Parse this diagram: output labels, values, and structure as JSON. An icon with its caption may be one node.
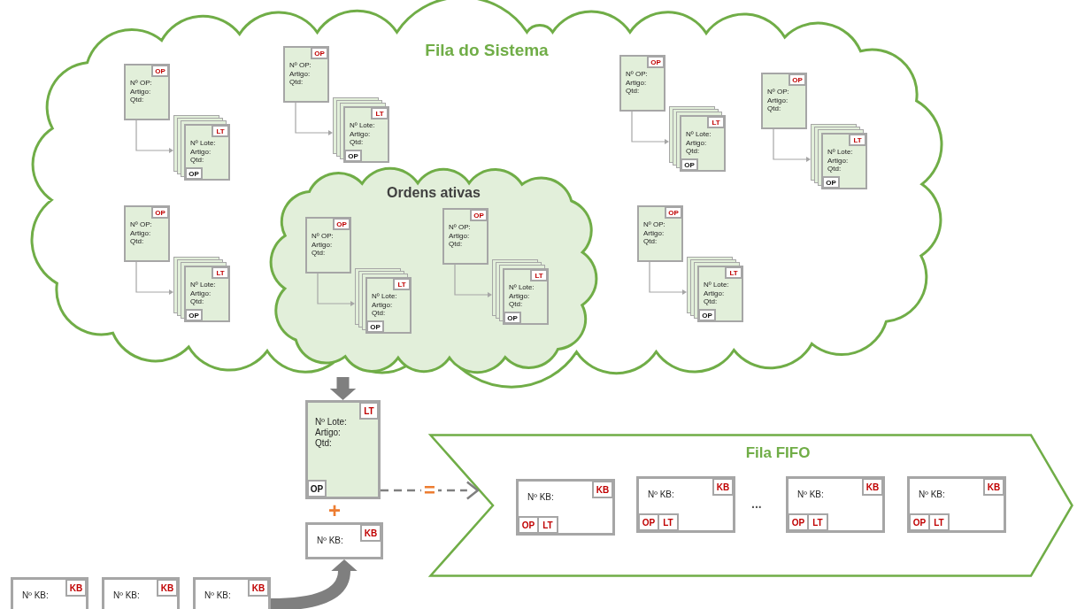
{
  "diagram": {
    "nodes": [
      {
        "text": [
          "Fila do Sistema"
        ]
      },
      {
        "text": [
          "Ordens ativas"
        ],
        "in": 0
      },
      {
        "text": [
          "OP",
          "Nº OP: Artigo: Qtd:"
        ],
        "in": 0
      },
      {
        "text": [
          "LT",
          "Nº Lote: Artigo: Qtd:",
          "OP"
        ],
        "in": 0
      },
      {
        "text": [
          "OP",
          "Nº OP: Artigo: Qtd:"
        ],
        "in": 0
      },
      {
        "text": [
          "LT",
          "Nº Lote: Artigo: Qtd:",
          "OP"
        ],
        "in": 0
      },
      {
        "text": [
          "OP",
          "Nº OP: Artigo: Qtd:"
        ],
        "in": 0
      },
      {
        "text": [
          "LT",
          "Nº Lote: Artigo: Qtd:",
          "OP"
        ],
        "in": 0
      },
      {
        "text": [
          "OP",
          "Nº OP: Artigo: Qtd:"
        ],
        "in": 0
      },
      {
        "text": [
          "LT",
          "Nº Lote: Artigo: Qtd:",
          "OP"
        ],
        "in": 0
      },
      {
        "text": [
          "OP",
          "Nº OP: Artigo: Qtd:"
        ],
        "in": 0
      },
      {
        "text": [
          "LT",
          "Nº Lote: Artigo: Qtd:",
          "OP"
        ],
        "in": 0
      },
      {
        "text": [
          "OP",
          "Nº OP: Artigo: Qtd:"
        ],
        "in": 0
      },
      {
        "text": [
          "LT",
          "Nº Lote: Artigo: Qtd:",
          "OP"
        ],
        "in": 0
      },
      {
        "text": [
          "OP",
          "Nº OP: Artigo: Qtd:"
        ],
        "in": 1
      },
      {
        "text": [
          "LT",
          "Nº Lote: Artigo: Qtd:",
          "OP"
        ],
        "in": 1
      },
      {
        "text": [
          "OP",
          "Nº OP: Artigo: Qtd:"
        ],
        "in": 1
      },
      {
        "text": [
          "LT",
          "Nº Lote: Artigo: Qtd:",
          "OP"
        ],
        "in": 1
      },
      {
        "text": [
          "LT",
          "Nº Lote: Artigo: Qtd:",
          "OP"
        ]
      },
      {
        "text": [
          "Nº KB:",
          "KB"
        ]
      },
      {
        "text": [
          "Fila FIFO"
        ]
      },
      {
        "text": [
          "Nº KB:",
          "KB",
          "OP",
          "LT"
        ],
        "in": 20
      },
      {
        "text": [
          "Nº KB:",
          "KB",
          "OP",
          "LT"
        ],
        "in": 20
      },
      {
        "text": [
          "Nº KB:",
          "KB",
          "OP",
          "LT"
        ],
        "in": 20
      },
      {
        "text": [
          "Nº KB:",
          "KB",
          "OP",
          "LT"
        ],
        "in": 20
      },
      {
        "text": [
          "Nº KB:",
          "KB"
        ]
      },
      {
        "text": [
          "Nº KB:",
          "KB"
        ]
      },
      {
        "text": [
          "Nº KB:",
          "KB"
        ]
      }
    ],
    "edges": [
      {
        "from": 2,
        "to": 3,
        "arrow": "to"
      },
      {
        "from": 4,
        "to": 5,
        "arrow": "to"
      },
      {
        "from": 6,
        "to": 7,
        "arrow": "to"
      },
      {
        "from": 8,
        "to": 9,
        "arrow": "to"
      },
      {
        "from": 10,
        "to": 11,
        "arrow": "to"
      },
      {
        "from": 12,
        "to": 13,
        "arrow": "to"
      },
      {
        "from": 14,
        "to": 15,
        "arrow": "to"
      },
      {
        "from": 16,
        "to": 17,
        "arrow": "to"
      },
      {
        "from": 1,
        "to": 18,
        "arrow": "to",
        "style": "thick"
      },
      {
        "from": 18,
        "to": 20,
        "arrow": "to",
        "style": "dashed",
        "label": "="
      },
      {
        "from": 27,
        "to": 19,
        "arrow": "to",
        "style": "thick"
      }
    ],
    "labels": [
      "+",
      "..."
    ]
  }
}
